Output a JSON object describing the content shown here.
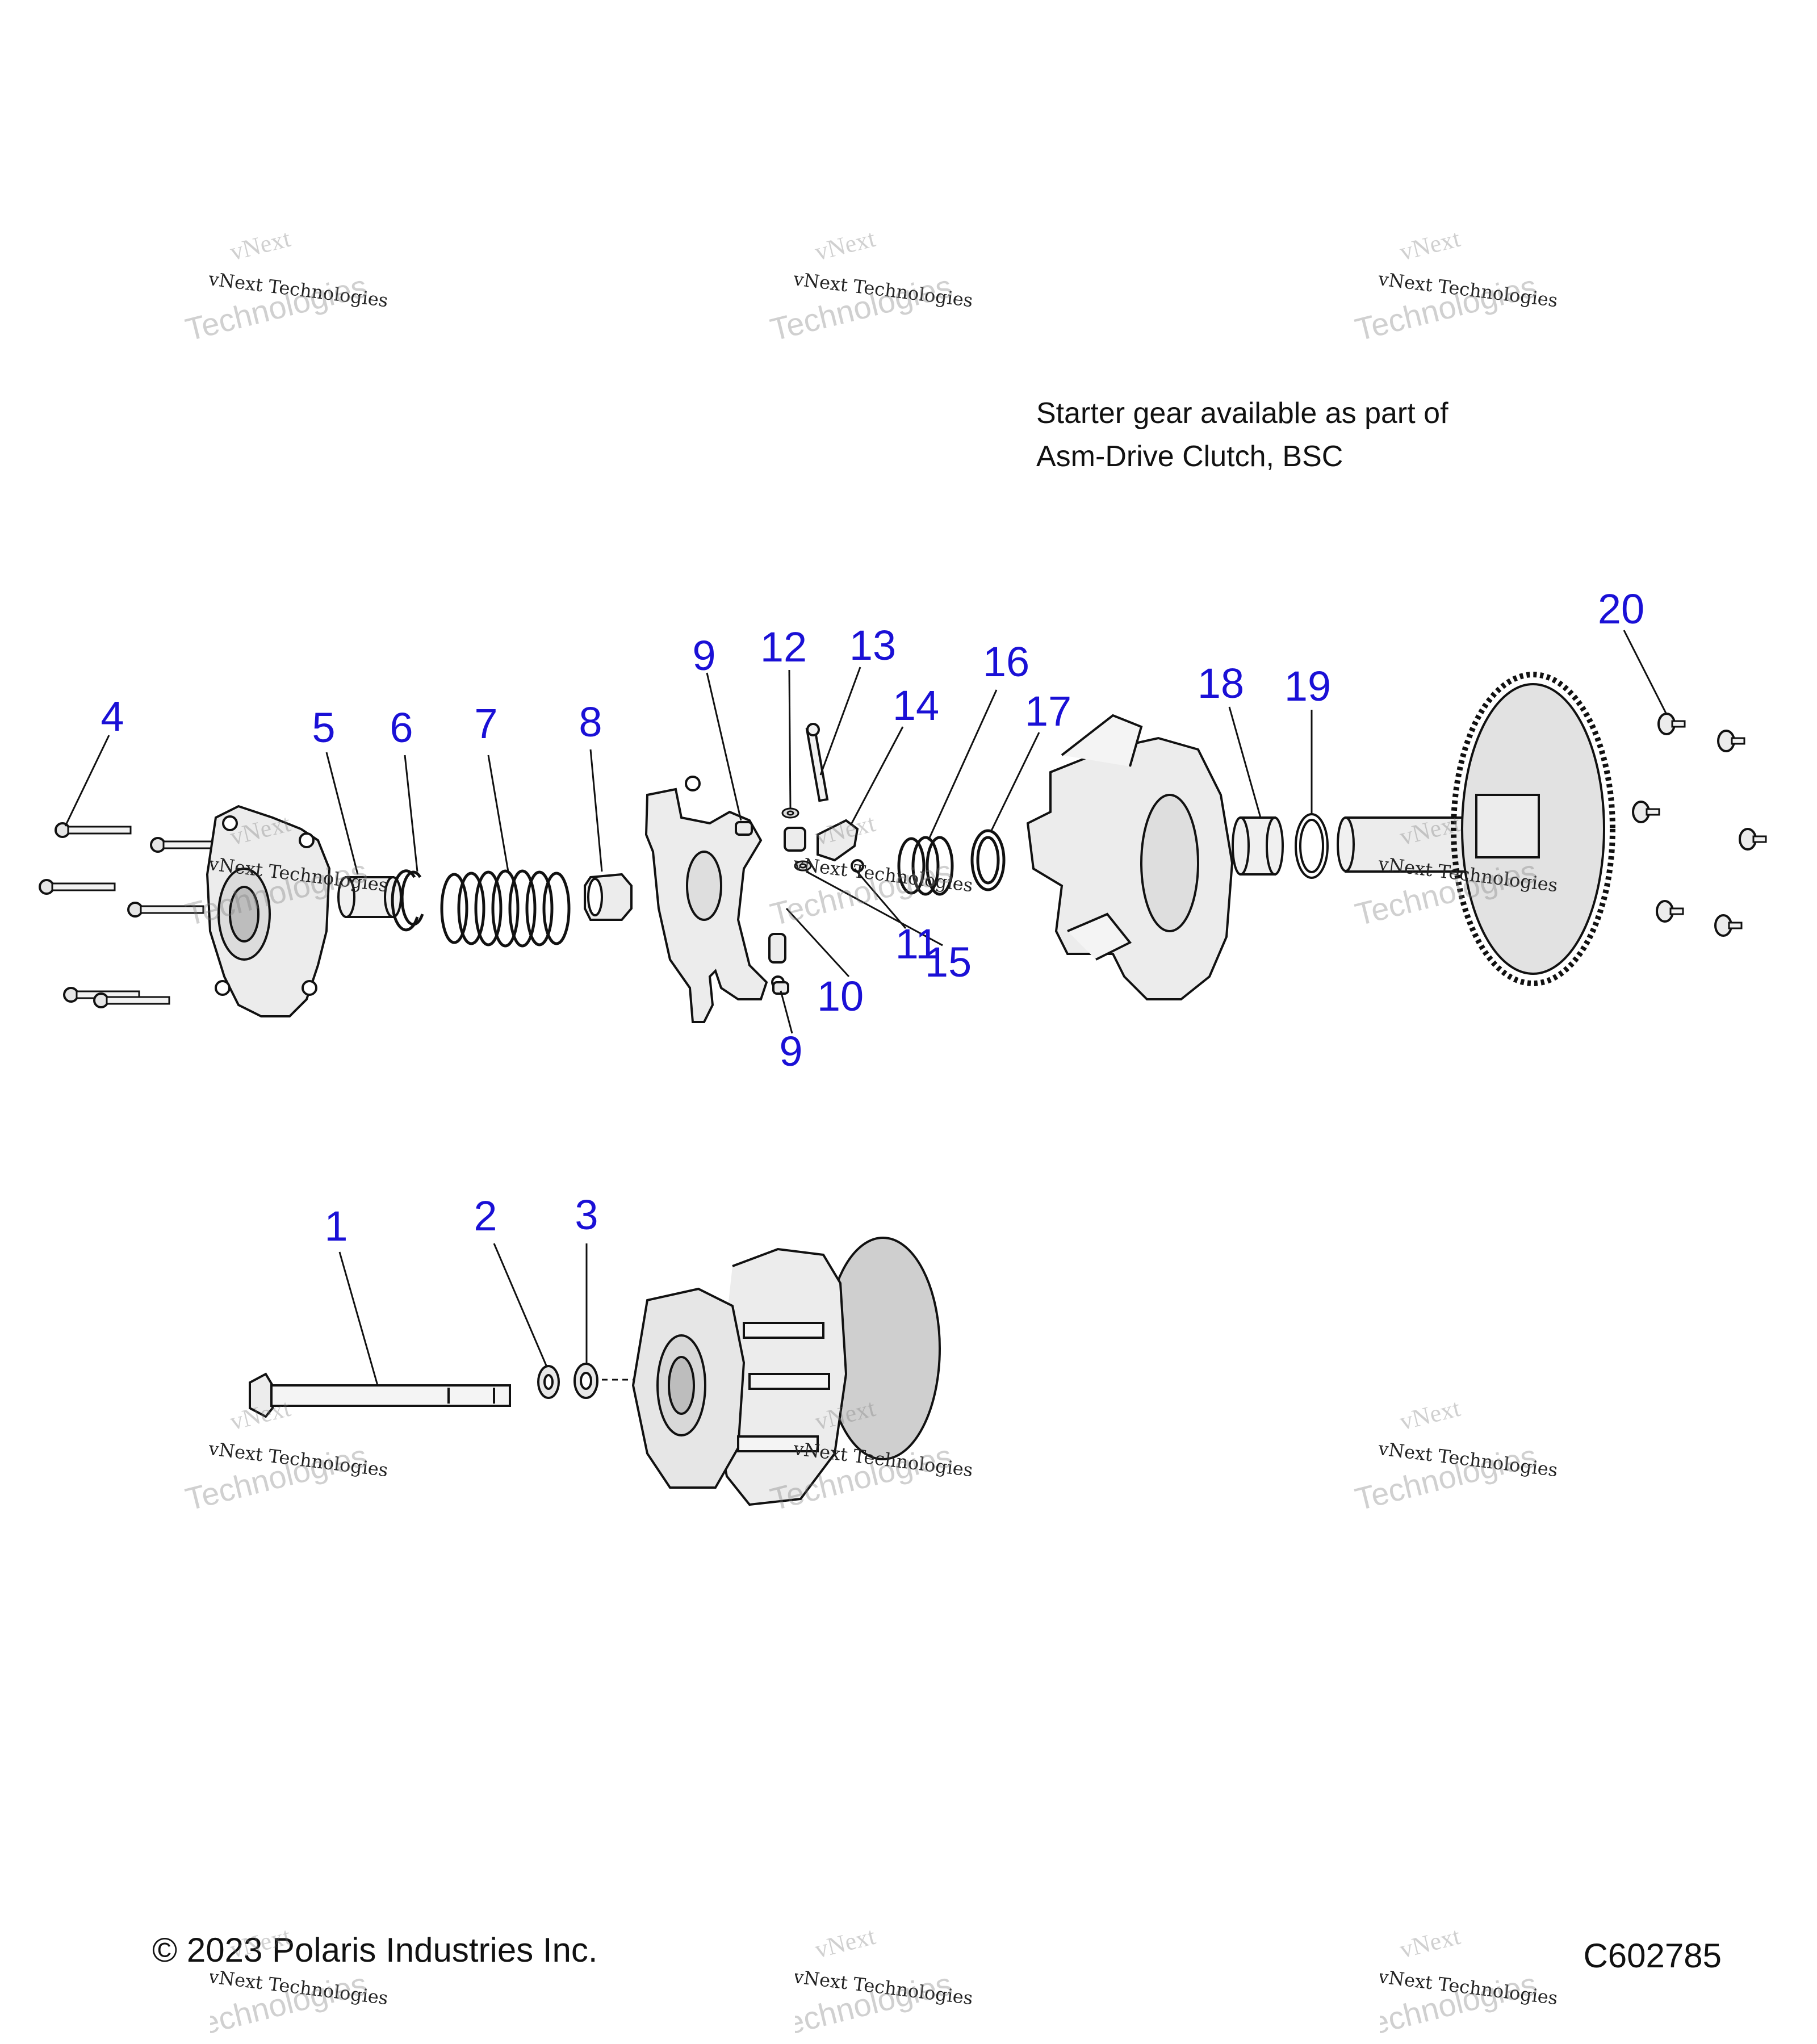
{
  "note": {
    "line1": "Starter gear available as part of",
    "line2": "Asm-Drive Clutch, BSC"
  },
  "footer": {
    "copyright": "© 2023 Polaris Industries Inc.",
    "figure_code": "C602785"
  },
  "watermark": {
    "line_a": "vNext",
    "line_b": "vNext Technologies",
    "line_c": "Technologies"
  },
  "callouts": [
    {
      "id": "c4",
      "label": "4"
    },
    {
      "id": "c5",
      "label": "5"
    },
    {
      "id": "c6",
      "label": "6"
    },
    {
      "id": "c7",
      "label": "7"
    },
    {
      "id": "c8",
      "label": "8"
    },
    {
      "id": "c9a",
      "label": "9"
    },
    {
      "id": "c12",
      "label": "12"
    },
    {
      "id": "c13",
      "label": "13"
    },
    {
      "id": "c14",
      "label": "14"
    },
    {
      "id": "c16",
      "label": "16"
    },
    {
      "id": "c17",
      "label": "17"
    },
    {
      "id": "c18",
      "label": "18"
    },
    {
      "id": "c19",
      "label": "19"
    },
    {
      "id": "c20",
      "label": "20"
    },
    {
      "id": "c11",
      "label": "11"
    },
    {
      "id": "c15",
      "label": "15"
    },
    {
      "id": "c10",
      "label": "10"
    },
    {
      "id": "c9b",
      "label": "9"
    },
    {
      "id": "c1",
      "label": "1"
    },
    {
      "id": "c2",
      "label": "2"
    },
    {
      "id": "c3",
      "label": "3"
    }
  ],
  "colors": {
    "callout": "#1a10d6",
    "line": "#111111",
    "part_fill": "#e8e8e8",
    "disc_fill": "#d0d0d0"
  }
}
